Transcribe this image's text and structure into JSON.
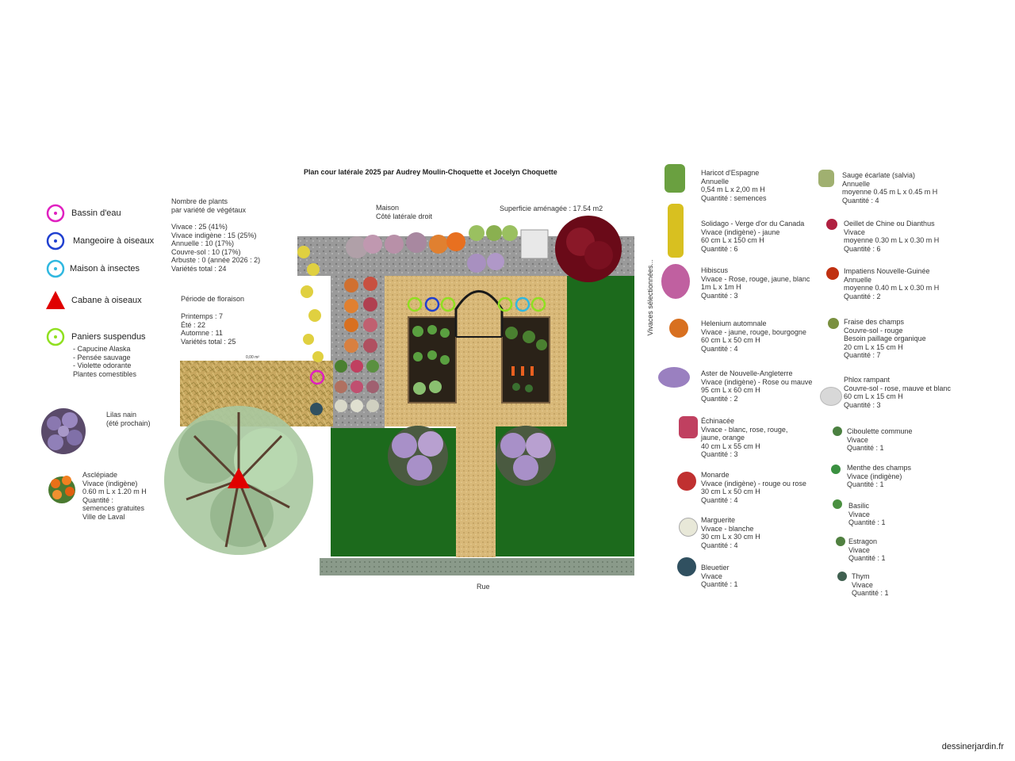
{
  "plan": {
    "title": "Plan cour latérale 2025 par Audrey Moulin-Choquette et Jocelyn Choquette",
    "house_label": "Maison\nCôté latérale droit",
    "area_label": "Superficie aménagée : 17.54 m2",
    "street_label": "Rue",
    "small_dimension": "0,00 m²"
  },
  "stats": {
    "heading": "Nombre de plants\npar variété de végétaux",
    "lines": "Vivace : 25 (41%)\nVivace indigène : 15 (25%)\nAnnuelle : 10 (17%)\nCouvre-sol : 10 (17%)\nArbuste : 0 (année 2026 : 2)\nVariétés total : 24",
    "bloom_heading": "Période de floraison",
    "bloom_lines": "Printemps : 7\nÉté : 22\nAutomne : 11\nVariétés total : 25"
  },
  "legend": {
    "items": [
      {
        "label": "Bassin d'eau",
        "color": "#e020c0",
        "shape": "ring"
      },
      {
        "label": "Mangeoire à oiseaux",
        "color": "#2040d0",
        "shape": "ring"
      },
      {
        "label": "Maison à insectes",
        "color": "#30b8e0",
        "shape": "ring"
      },
      {
        "label": "Cabane à oiseaux",
        "color": "#e00000",
        "shape": "triangle"
      },
      {
        "label": "Paniers suspendus",
        "color": "#90e020",
        "shape": "ring"
      }
    ],
    "baskets_detail": "- Capucine Alaska\n- Pensée sauvage\n- Violette odorante\nPlantes comestibles"
  },
  "left_plants": [
    {
      "text": "Lilas nain\n(été prochain)",
      "color": "#7a6a9a"
    },
    {
      "text": "Asclépiade\nVivace (indigène)\n0.60 m L x 1.20 m H\nQuantité :\nsemences gratuites\nVille de Laval",
      "color": "#e07020"
    }
  ],
  "side_label": "Vivaces sélectionnées...",
  "plants_col1": [
    {
      "text": "Haricot d'Espagne\nAnnuelle\n0,54 m L x 2,00 m H\nQuantité : semences",
      "color": "#6aa040"
    },
    {
      "text": "Solidago - Verge d'or du Canada\nVivace (indigène) - jaune\n60 cm L x 150 cm H\nQuantité : 6",
      "color": "#d8c020"
    },
    {
      "text": "Hibiscus\nVivace - Rose, rouge, jaune, blanc\n1m L x 1m H\nQuantité : 3",
      "color": "#c060a0"
    },
    {
      "text": "Helenium automnale\nVivace - jaune, rouge, bourgogne\n60 cm L x 50 cm H\nQuantité : 4",
      "color": "#d87020"
    },
    {
      "text": "Aster de Nouvelle-Angleterre\nVivace (indigène) - Rose ou mauve\n95 cm L x 60 cm H\nQuantité : 2",
      "color": "#9a80c0"
    },
    {
      "text": "Échinacée\nVivace - blanc, rose, rouge,\njaune, orange\n40 cm L x 55 cm H\nQuantité : 3",
      "color": "#c04060"
    },
    {
      "text": "Monarde\nVivace (indigène) - rouge ou rose\n30 cm L x 50 cm H\nQuantité : 4",
      "color": "#c03030"
    },
    {
      "text": "Marguerite\nVivace - blanche\n30 cm L x 30 cm H\nQuantité : 4",
      "color": "#e8e8d8"
    },
    {
      "text": "Bleuetier\nVivace\nQuantité : 1",
      "color": "#305060"
    }
  ],
  "plants_col2": [
    {
      "text": "Sauge écarlate (salvia)\nAnnuelle\nmoyenne 0.45 m L x 0.45 m H\nQuantité : 4",
      "color": "#a0b070"
    },
    {
      "text": "Oeillet de Chine ou Dianthus\nVivace\nmoyenne 0.30 m L x 0.30 m H\nQuantité : 6",
      "color": "#b02040"
    },
    {
      "text": "Impatiens Nouvelle-Guinée\nAnnuelle\nmoyenne 0.40 m L x 0.30 m H\nQuantité : 2",
      "color": "#c03010"
    },
    {
      "text": "Fraise des champs\nCouvre-sol - rouge\nBesoin paillage organique\n20 cm L x 15 cm H\nQuantité : 7",
      "color": "#7a9040"
    },
    {
      "text": "Phlox rampant\nCouvre-sol - rose, mauve et blanc\n60 cm L x 15 cm H\nQuantité : 3",
      "color": "#d8d8d8"
    },
    {
      "text": "Ciboulette commune\nVivace\nQuantité : 1",
      "color": "#4a8040"
    },
    {
      "text": "Menthe des champs\nVivace (indigène)\nQuantité : 1",
      "color": "#3a9040"
    },
    {
      "text": "Basilic\nVivace\nQuantité : 1",
      "color": "#4a9040"
    },
    {
      "text": "Estragon\nVivace\nQuantité : 1",
      "color": "#508040"
    },
    {
      "text": "Thym\nVivace\nQuantité : 1",
      "color": "#406050"
    }
  ],
  "footer": "dessinerjardin.fr",
  "colors": {
    "lawn": "#1c6a1c",
    "gravel": "#d8b878",
    "soil": "#2a2218",
    "paving": "#9a9a9a",
    "hedge": "#a8a090"
  }
}
